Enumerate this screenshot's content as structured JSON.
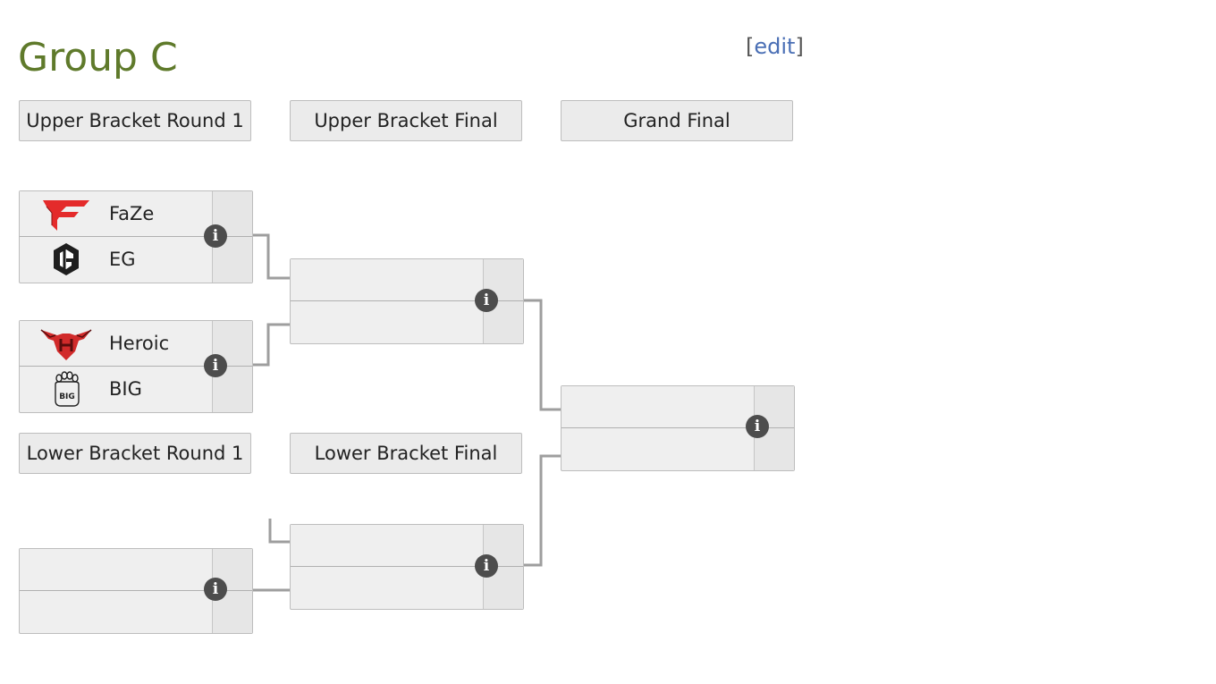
{
  "group": {
    "title": "Group C",
    "edit_open": "[",
    "edit_label": "edit",
    "edit_close": "]"
  },
  "rounds": {
    "upper_round_1": "Upper Bracket Round 1",
    "upper_final": "Upper Bracket Final",
    "grand_final": "Grand Final",
    "lower_round_1": "Lower Bracket Round 1",
    "lower_final": "Lower Bracket Final"
  },
  "matches": {
    "ub_r1_m1": {
      "team1": {
        "name": "FaZe",
        "logo": "faze-logo"
      },
      "team2": {
        "name": "EG",
        "logo": "eg-logo"
      }
    },
    "ub_r1_m2": {
      "team1": {
        "name": "Heroic",
        "logo": "heroic-logo"
      },
      "team2": {
        "name": "BIG",
        "logo": "big-logo"
      }
    }
  },
  "colors": {
    "title": "#5f7a2b",
    "link": "#4a6fb5",
    "box_bg": "#efefef",
    "score_bg": "#e6e6e6",
    "border": "#bdbdbd",
    "connector": "#9e9e9e",
    "info_icon": "#4d4d4d",
    "faze_red": "#e42b2b",
    "heroic_red": "#d12a2a"
  },
  "icons": {
    "info": "info-icon"
  }
}
